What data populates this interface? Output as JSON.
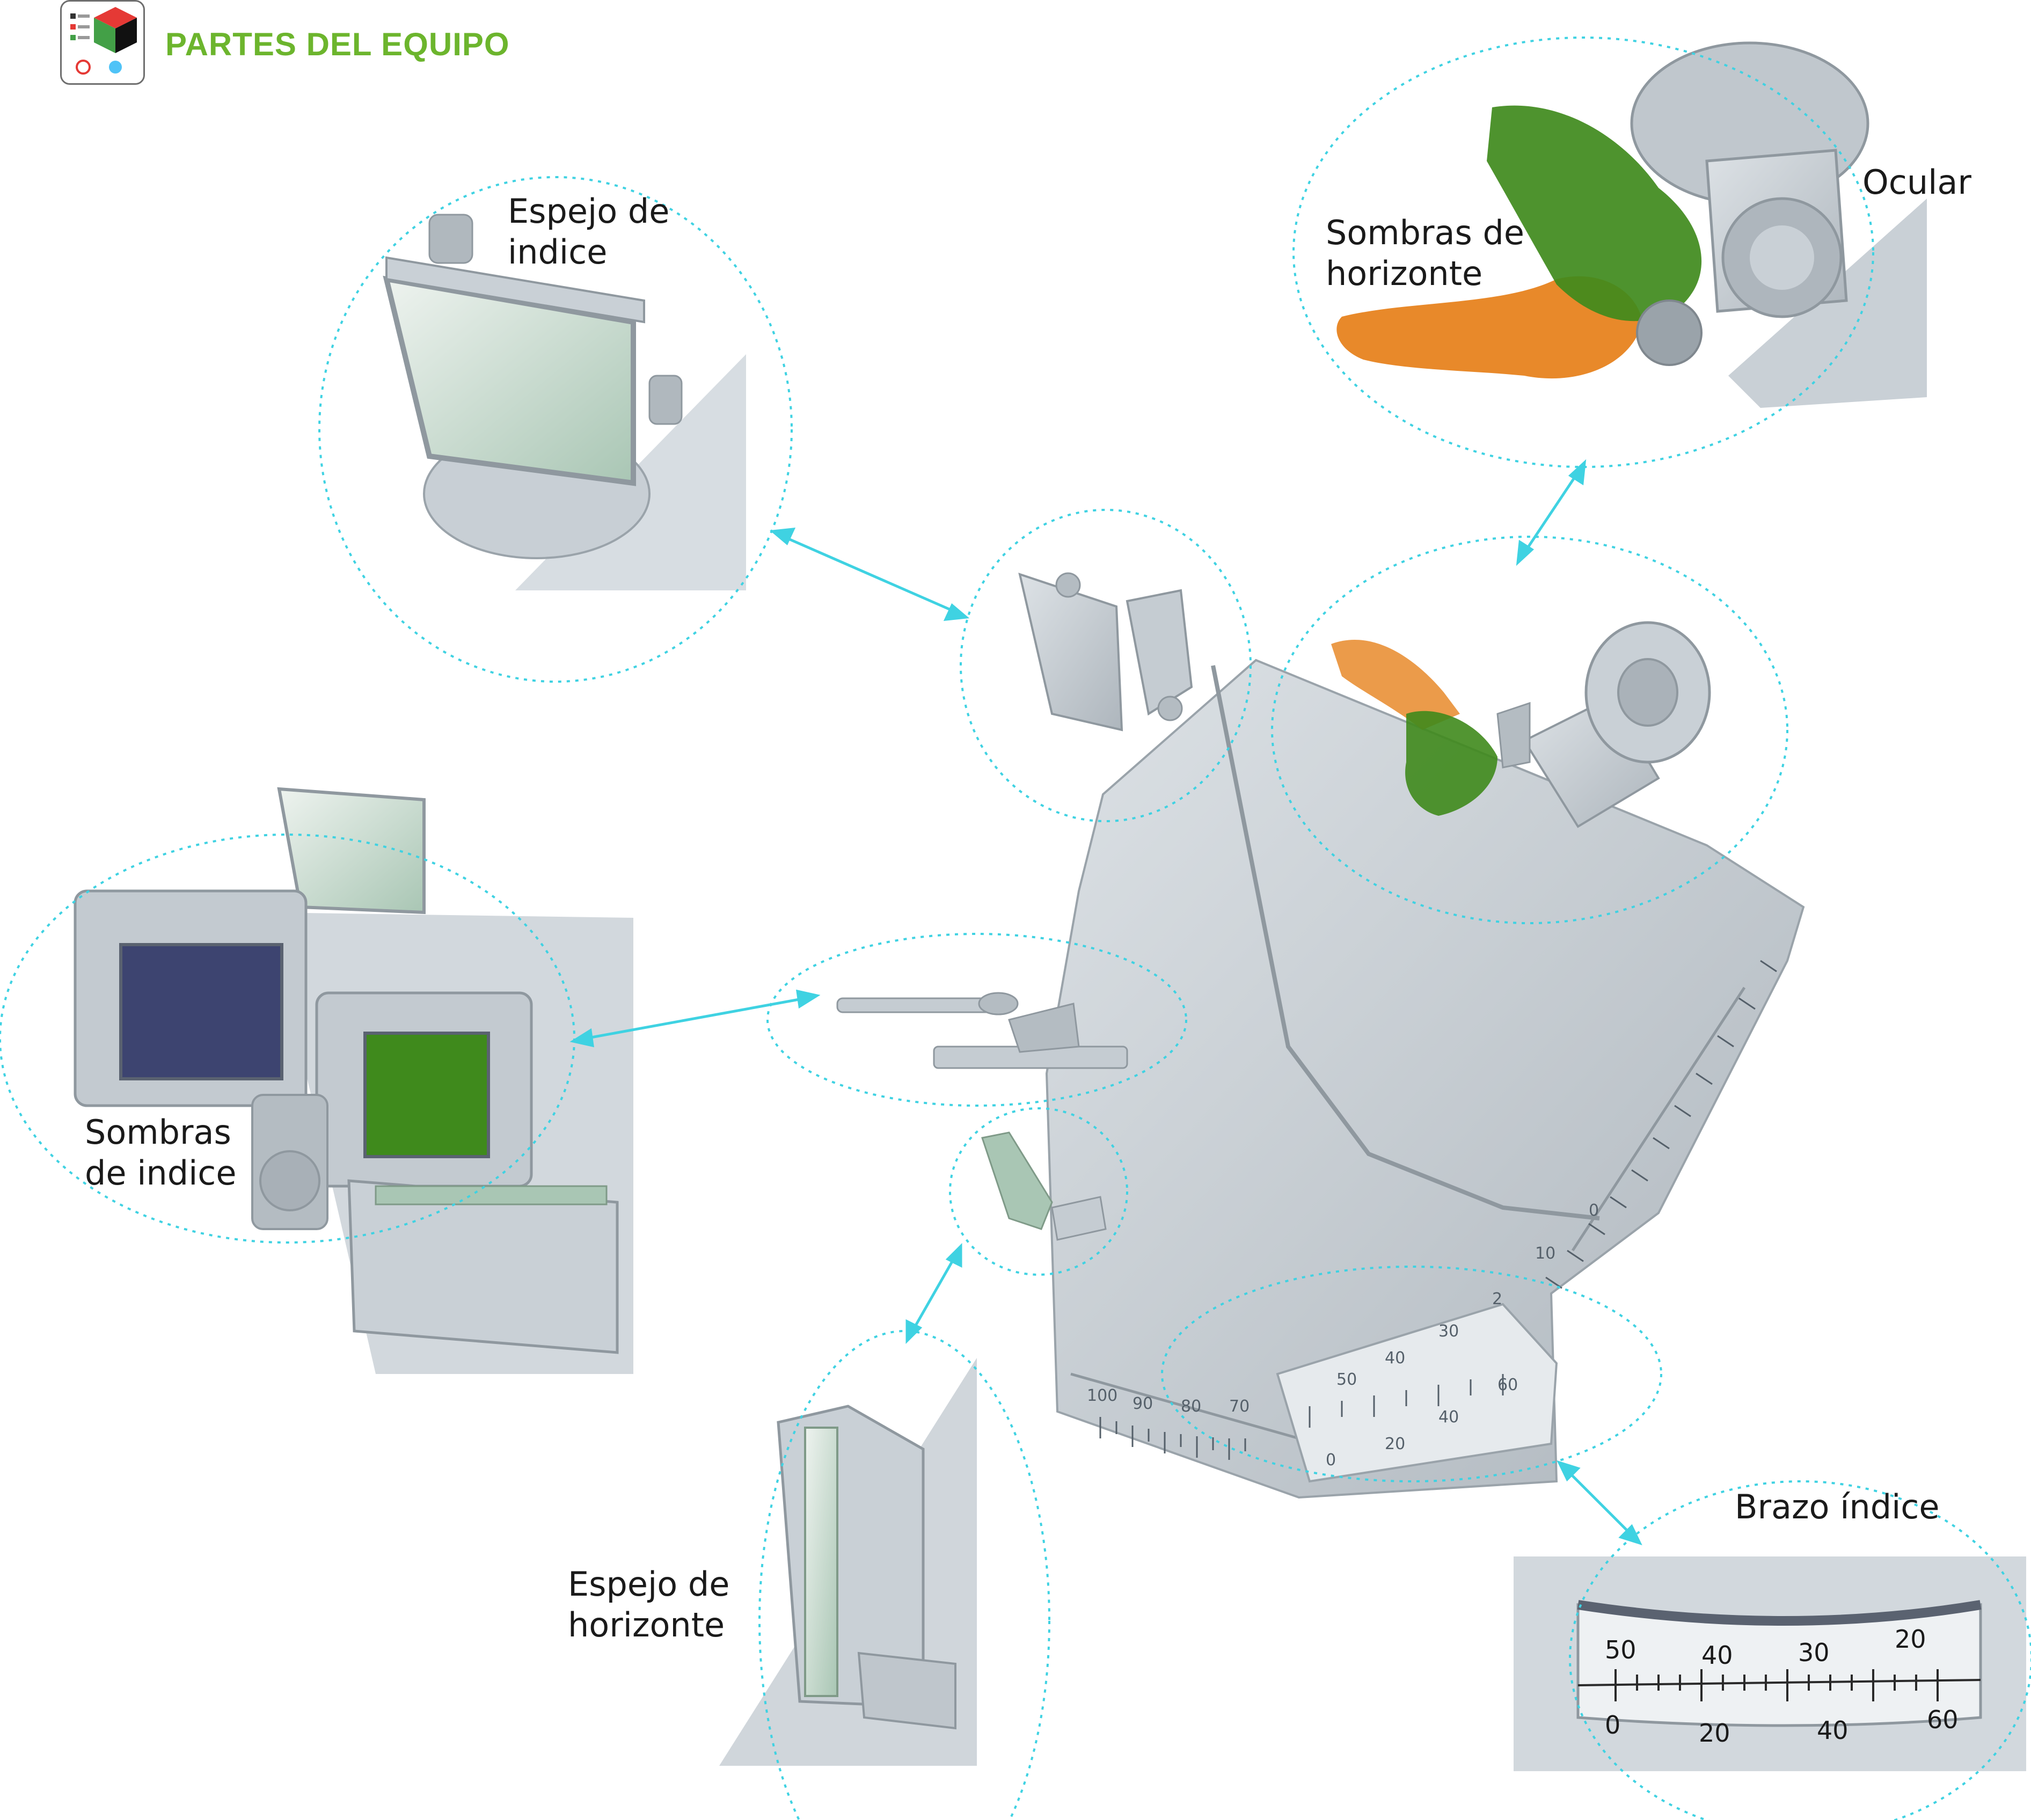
{
  "header": {
    "title": "PARTES DEL EQUIPO"
  },
  "labels": {
    "index_mirror": [
      "Espejo de",
      "indice"
    ],
    "horizon_shades": [
      "Sombras de",
      "horizonte"
    ],
    "eyepiece": "Ocular",
    "index_shades": [
      "Sombras",
      "de indice"
    ],
    "horizon_mirror": [
      "Espejo de",
      "horizonte"
    ],
    "index_arm": "Brazo índice"
  },
  "scales": {
    "arc_main": [
      "100",
      "90",
      "80",
      "70"
    ],
    "arc_right": [
      "10",
      "0"
    ],
    "vernier_top": [
      "50",
      "40",
      "30",
      "2"
    ],
    "vernier_bottom": [
      "0",
      "20",
      "40",
      "60"
    ],
    "detail_top": [
      "50",
      "40",
      "30",
      "20"
    ],
    "detail_bottom": [
      "0",
      "20",
      "40",
      "60"
    ]
  },
  "colors": {
    "accent_green": "#6cb52d",
    "connector": "#3fd2e2",
    "plastic": "#c9d0d6",
    "shade_green": "#3f8a1c",
    "shade_orange": "#e8892a"
  }
}
